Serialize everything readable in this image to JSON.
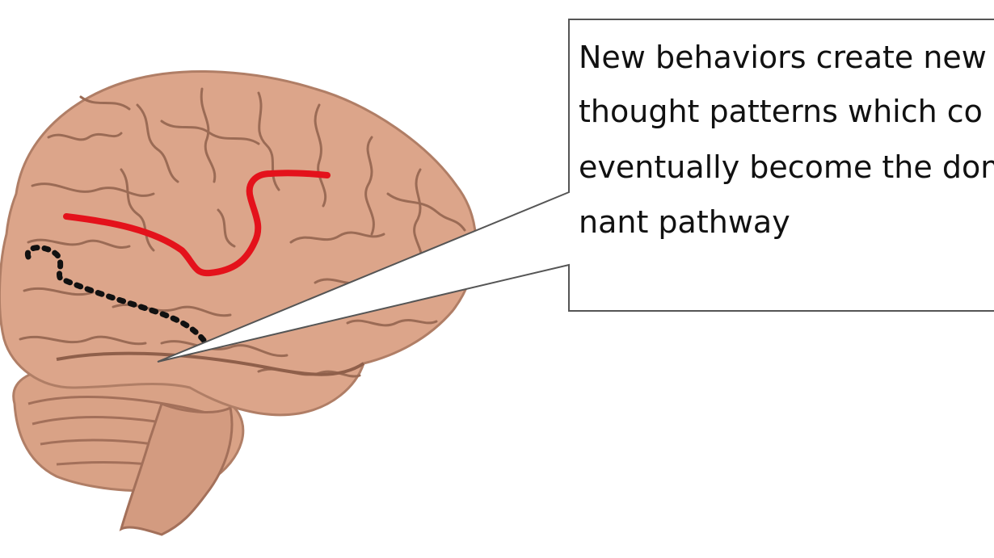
{
  "callout": {
    "lines": [
      "New behaviors create new",
      "thought patterns which co",
      "eventually become the dom",
      "nant pathway"
    ]
  },
  "colors": {
    "brain_fill": "#dca58a",
    "brain_shadow": "#b07e66",
    "brain_fold": "#9b6b55",
    "new_pathway": "#e4121b",
    "old_pathway": "#111111",
    "callout_border": "#555555"
  },
  "icons": {
    "brain": "brain-illustration"
  }
}
